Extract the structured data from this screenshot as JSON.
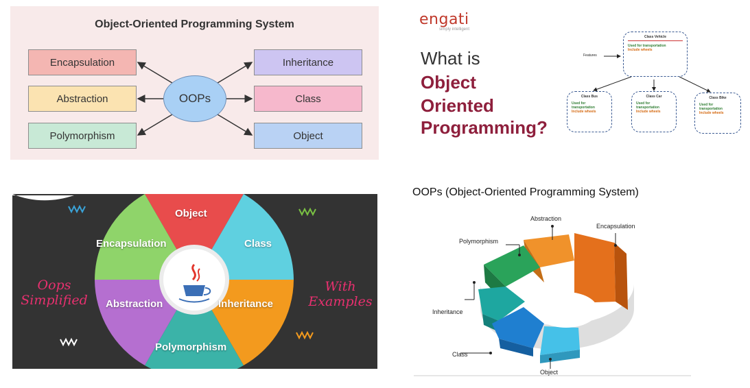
{
  "panel1": {
    "title": "Object-Oriented Programming System",
    "center": "OOPs",
    "left_boxes": [
      {
        "label": "Encapsulation",
        "color": "#f4b6b2"
      },
      {
        "label": "Abstraction",
        "color": "#fbe3b1"
      },
      {
        "label": "Polymorphism",
        "color": "#c8e9d6"
      }
    ],
    "right_boxes": [
      {
        "label": "Inheritance",
        "color": "#cdc5f2"
      },
      {
        "label": "Class",
        "color": "#f6b8cc"
      },
      {
        "label": "Object",
        "color": "#b9d2f4"
      }
    ]
  },
  "panel2": {
    "logo": "engati",
    "tagline": "simply intelligent",
    "line1": "What is",
    "line2": "Object",
    "line3": "Oriented",
    "line4": "Programming?",
    "feature_label": "Features",
    "classes": [
      {
        "name": "Class Vehicle",
        "used": "Used for transportation",
        "extra": "Include wheels"
      },
      {
        "name": "Class Bus",
        "used": "Used for transportation",
        "extra": "Include wheels"
      },
      {
        "name": "Class Car",
        "used": "Used for transportation",
        "extra": "Include wheels"
      },
      {
        "name": "Class Bike",
        "used": "Used for transportation",
        "extra": "Include wheels"
      }
    ]
  },
  "panel3": {
    "wedges": [
      {
        "label": "Object",
        "color": "#e84c4c"
      },
      {
        "label": "Class",
        "color": "#5fd0e0"
      },
      {
        "label": "Inheritance",
        "color": "#f39a1e"
      },
      {
        "label": "Polymorphism",
        "color": "#3bb3a8"
      },
      {
        "label": "Abstraction",
        "color": "#b56fd0"
      },
      {
        "label": "Encapsulation",
        "color": "#8fd46a"
      }
    ],
    "script_left": "Oops Simplified",
    "script_right": "With Examples"
  },
  "panel4": {
    "title": "OOPs (Object-Oriented Programming System)",
    "segments": [
      {
        "label": "Abstraction",
        "color": "#f0922b"
      },
      {
        "label": "Encapsulation",
        "color": "#e4701c"
      },
      {
        "label": "Polymorphism",
        "color": "#2aa35a"
      },
      {
        "label": "Inheritance",
        "color": "#1ea7a0"
      },
      {
        "label": "Class",
        "color": "#1f7fd0"
      },
      {
        "label": "Object",
        "color": "#45c1e8"
      }
    ]
  }
}
